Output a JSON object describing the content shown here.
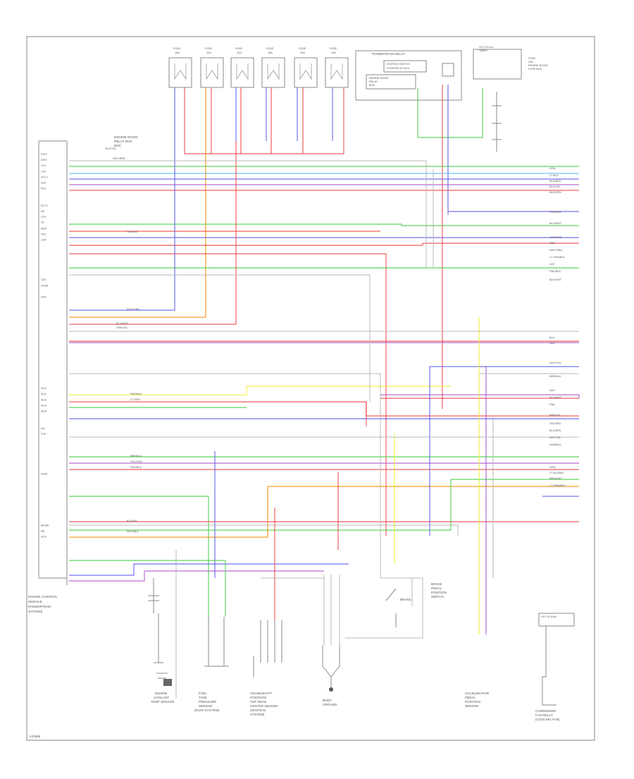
{
  "diagram": {
    "ecm": {
      "title_lines": [
        "ENGINE CONTROL",
        "MODULE",
        "(POWERTRAIN",
        "SYSTEM)"
      ],
      "connector": [
        "ENGINE ROOM",
        "RELAY BOX",
        "BOX"
      ]
    },
    "fuse_labels": [
      "FUSE",
      "FUSE",
      "FUSE",
      "FUSE",
      "FUSE",
      "FUSE"
    ],
    "fuse_sub": [
      "10A",
      "10A",
      "10A",
      "10A",
      "10A",
      "10A"
    ],
    "relay_box_title": "POWERTRAIN RELAY",
    "relay_box_lines": [
      "IGNITION SWITCH",
      "FUSE/RELAY BOX"
    ],
    "relay_box_inner": [
      "ENGINE ROOM",
      "RELAY",
      "BOX"
    ],
    "top_right_lines": [
      "HOT AT ALL",
      "TIMES"
    ],
    "top_right_side": [
      "FUSE",
      "20A",
      "ENGINE ROOM",
      "FUSE BOX"
    ],
    "left_pins": [
      "IGP1",
      "IGP2",
      "LG1",
      "LG2",
      "VCC1",
      "SG1",
      "PG1",
      "",
      "",
      "ECT2",
      "IAT",
      "VTS",
      "TP",
      "MAP",
      "TDC",
      "CKP",
      "",
      "",
      "",
      "",
      "",
      "",
      "O2S",
      "HO2S",
      "",
      "VSS",
      "",
      "",
      "",
      "",
      "",
      "",
      "",
      "",
      "",
      "",
      "",
      "",
      "",
      "",
      "",
      "SG2",
      "INJ1",
      "INJ2",
      "INJ3",
      "INJ4",
      "",
      "",
      "IAC",
      "FTP",
      "",
      "",
      "",
      "",
      "",
      "",
      "EVAP",
      "",
      "",
      "",
      "",
      "",
      "",
      "",
      "",
      "BKSW",
      "MIL",
      "SCS",
      "",
      "",
      "",
      "",
      "",
      "",
      ""
    ],
    "mid_wire_labels": [
      "BLK/YEL",
      "WHT/RED",
      "YEL/BLK",
      "WHT/GRN",
      "BLU/WHT",
      "GRN/YEL",
      "RED/BLU",
      "LT GRN",
      "BRN/BLK",
      "YEL/GRN",
      "PNK/BLU",
      "BLU/YEL",
      "WHT/BLU"
    ],
    "right_labels": [
      "GRN",
      "LT BLU",
      "BLU/RED",
      "BLU/YEL",
      "BLK/GRN",
      "YEL/GRN",
      "BLU/WHT",
      "GRY/RED",
      "RED",
      "WHT/GRN",
      "LT GRN/BLK",
      "GRY",
      "PNK/BLK",
      "BLK/WHT",
      "BLU",
      "GRY",
      "WHT/YEL",
      "BRN/BLK",
      "GRY",
      "BLU/WHT",
      "PNK",
      "BRN/YEL",
      "YEL/RED",
      "BLU/RED",
      "GRY/YEL",
      "GRN/BLK",
      "ORN",
      "LT BLU/BLK",
      "BRN/WHT",
      "LT GRN/RED"
    ],
    "components": [
      [
        "ENGINE",
        "COOLANT",
        "TEMP SENSOR"
      ],
      [
        "FUEL",
        "TANK",
        "PRESSURE",
        "SENSOR",
        "(EVAP SYSTEM)"
      ],
      [
        "CRANKSHAFT",
        "POSITION/",
        "TOP DEAD",
        "CENTER SENSOR",
        "(IGNITION",
        "SYSTEM)"
      ],
      [
        "BODY",
        "GROUND"
      ],
      [
        "ACCELERATOR",
        "PEDAL",
        "POSITION",
        "SENSOR"
      ],
      [
        "CONDENSER",
        "FAN RELAY",
        "(COOLING FAN)"
      ]
    ],
    "switch_label": [
      "BRAKE",
      "PEDAL",
      "POSITION",
      "SWITCH"
    ],
    "brake_lbl": "BRAKE",
    "bottom_right_sensor": "HOT IN RUN",
    "footer": "L01568"
  }
}
